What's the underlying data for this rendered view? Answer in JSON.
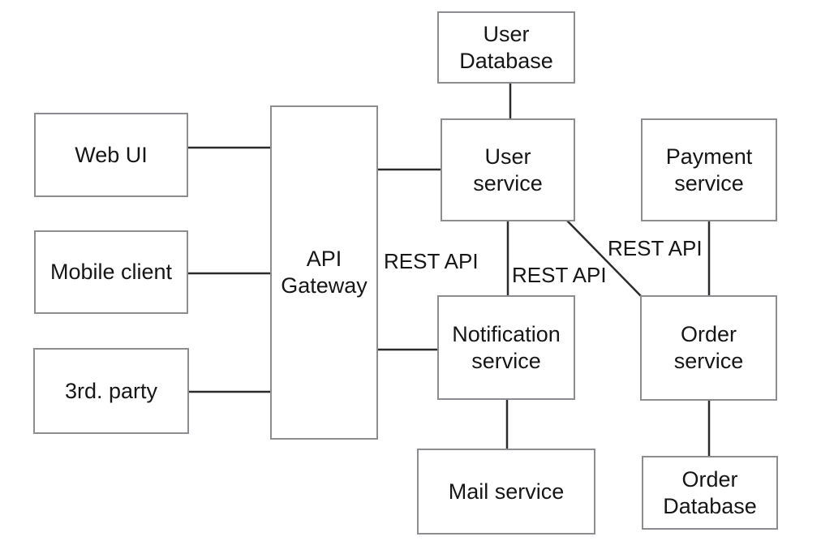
{
  "diagram": {
    "nodes": {
      "user_database": {
        "label": "User\nDatabase"
      },
      "web_ui": {
        "label": "Web UI"
      },
      "mobile_client": {
        "label": "Mobile client"
      },
      "third_party": {
        "label": "3rd. party"
      },
      "api_gateway": {
        "label": "API\nGateway"
      },
      "user_service": {
        "label": "User\nservice"
      },
      "payment_service": {
        "label": "Payment\nservice"
      },
      "notification_service": {
        "label": "Notification\nservice"
      },
      "order_service": {
        "label": "Order\nservice"
      },
      "mail_service": {
        "label": "Mail service"
      },
      "order_database": {
        "label": "Order\nDatabase"
      }
    },
    "edge_labels": {
      "api_gateway_rest_api": "REST API",
      "user_to_notification_rest_api": "REST API",
      "user_to_order_rest_api": "REST API"
    },
    "edges": [
      {
        "from": "Web UI",
        "to": "API Gateway",
        "label": ""
      },
      {
        "from": "Mobile client",
        "to": "API Gateway",
        "label": ""
      },
      {
        "from": "3rd. party",
        "to": "API Gateway",
        "label": ""
      },
      {
        "from": "API Gateway",
        "to": "User service",
        "label": "REST API"
      },
      {
        "from": "API Gateway",
        "to": "Notification service",
        "label": "REST API"
      },
      {
        "from": "User Database",
        "to": "User service",
        "label": ""
      },
      {
        "from": "User service",
        "to": "Notification service",
        "label": "REST API"
      },
      {
        "from": "User service",
        "to": "Order service",
        "label": "REST API"
      },
      {
        "from": "Payment service",
        "to": "Order service",
        "label": ""
      },
      {
        "from": "Notification service",
        "to": "Mail service",
        "label": ""
      },
      {
        "from": "Order service",
        "to": "Order Database",
        "label": ""
      }
    ],
    "colors": {
      "background": "#ffffff",
      "box_border": "#8b8d90",
      "connector": "#2b2b2b",
      "text": "#161616"
    }
  }
}
